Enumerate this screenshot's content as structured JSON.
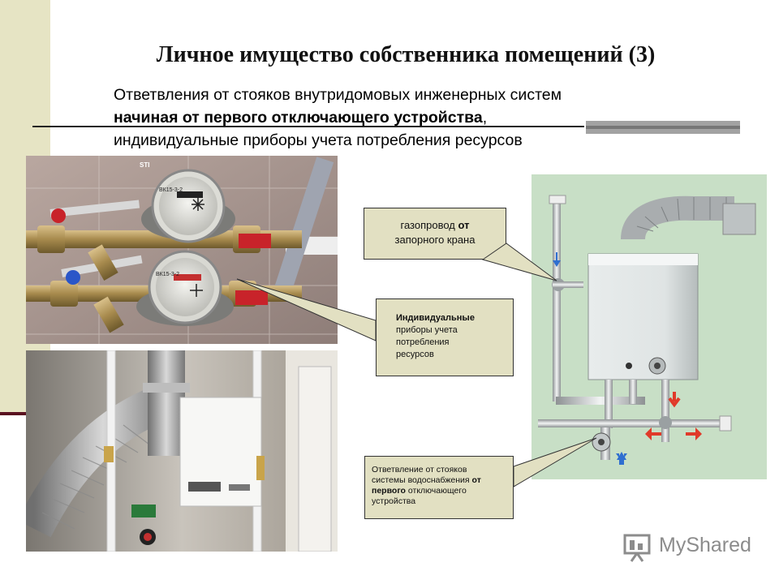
{
  "slide": {
    "title": "Личное имущество собственника помещений (3)",
    "subtitle_line1": "Ответвления от стояков внутридомовых инженерных систем",
    "subtitle_line2_bold": "начиная от первого отключающего устройства",
    "subtitle_line2_rest": ",",
    "subtitle_line3": "индивидуальные приборы учета потребления ресурсов"
  },
  "callouts": {
    "gas": {
      "line1": "газопровод",
      "line1_bold": "от",
      "line2": "запорного крана"
    },
    "meters": {
      "bold": "Индивидуальные",
      "l2": "приборы учета",
      "l3": "потребления",
      "l4": "ресурсов"
    },
    "water": {
      "l1": "Ответвление от стояков",
      "l2a": "системы водоснабжения",
      "l2b": "от",
      "l3a": "первого",
      "l3b": "отключающего",
      "l4": "устройства"
    }
  },
  "meters_photo": {
    "brand": "STI",
    "meter1_model": "ВК15-3-2",
    "meter2_model": "ВК15-3-2"
  },
  "watermark": {
    "text": "MyShared"
  },
  "colors": {
    "callout_bg": "#e2e0c2",
    "diagram_bg": "#c8dfc6",
    "leftbar": "#e6e4c4",
    "arrow_red": "#e03a2a",
    "arrow_blue": "#2f6fd0"
  }
}
